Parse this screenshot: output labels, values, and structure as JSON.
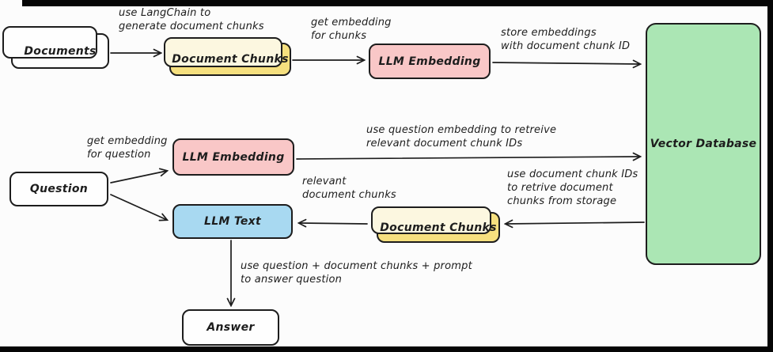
{
  "colors": {
    "bg": "#fcfcfc",
    "frame": "#060606",
    "ink": "#1d1d1d",
    "white-node": "#fefefe",
    "yellow": "#f6e07f",
    "yellow-back": "#fcf7e0",
    "pink": "#f9c7c7",
    "blue": "#a8d9f1",
    "green": "#abe6b4"
  },
  "diagram": {
    "nodes": {
      "documents": {
        "label": "Documents"
      },
      "document_chunks_top": {
        "label": "Document Chunks"
      },
      "llm_embedding_top": {
        "label": "LLM Embedding"
      },
      "vector_database": {
        "label": "Vector Database"
      },
      "question": {
        "label": "Question"
      },
      "llm_embedding_mid": {
        "label": "LLM Embedding"
      },
      "llm_text": {
        "label": "LLM Text"
      },
      "document_chunks_bottom": {
        "label": "Document Chunks"
      },
      "answer": {
        "label": "Answer"
      }
    },
    "annotations": {
      "langchain": "use LangChain to\ngenerate document chunks",
      "embed_chunks": "get embedding\nfor chunks",
      "store_embeddings": "store embeddings\nwith document chunk ID",
      "embed_question": "get embedding\nfor question",
      "retrieve_ids": "use question embedding to retreive\nrelevant document chunk IDs",
      "relevant_chunks": "relevant\ndocument chunks",
      "retrieve_chunks": "use document chunk IDs\nto retrive document\nchunks from storage",
      "answer_prompt": "use question + document chunks + prompt\nto answer question"
    }
  }
}
